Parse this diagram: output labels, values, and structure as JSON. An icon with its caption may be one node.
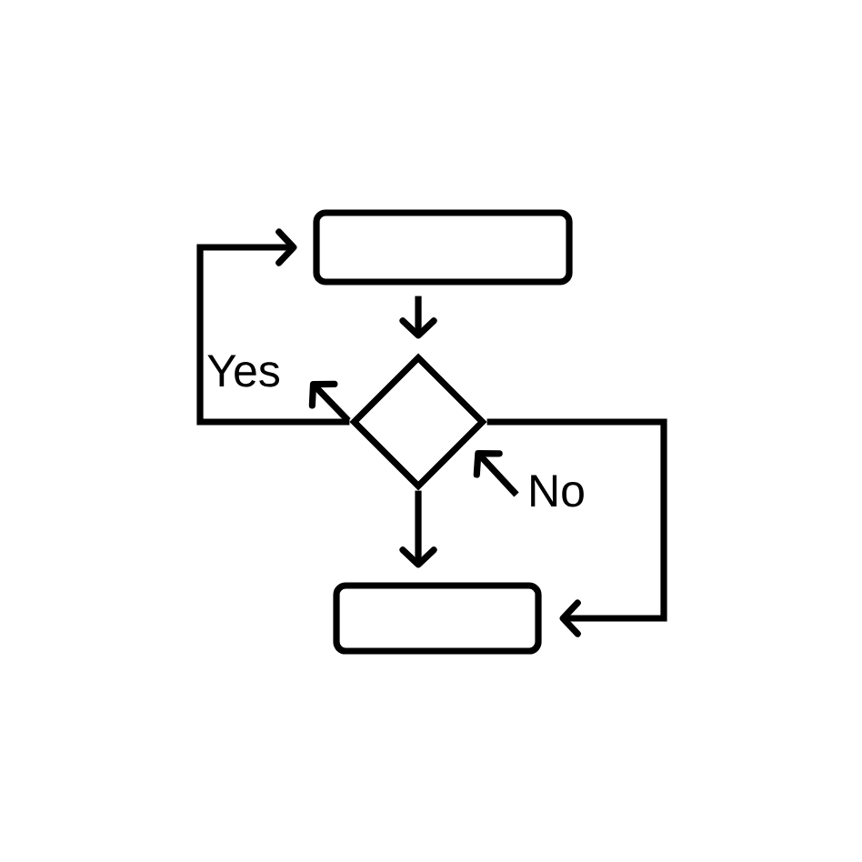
{
  "diagram": {
    "nodes": [
      {
        "text": [],
        "shape": "box"
      },
      {
        "text": [],
        "shape": "diamond"
      },
      {
        "text": [],
        "shape": "box"
      }
    ],
    "edges": [
      {
        "from": 0,
        "to": 1,
        "arrow": "to"
      },
      {
        "from": 1,
        "to": 2,
        "arrow": "to"
      },
      {
        "from": 1,
        "to": 0,
        "arrow": "to"
      },
      {
        "from": 1,
        "to": 2,
        "arrow": "to"
      },
      {
        "from": 1,
        "to": null,
        "arrow": "to",
        "label": "Yes"
      },
      {
        "from": null,
        "to": 1,
        "arrow": "to",
        "label": "No"
      }
    ]
  }
}
